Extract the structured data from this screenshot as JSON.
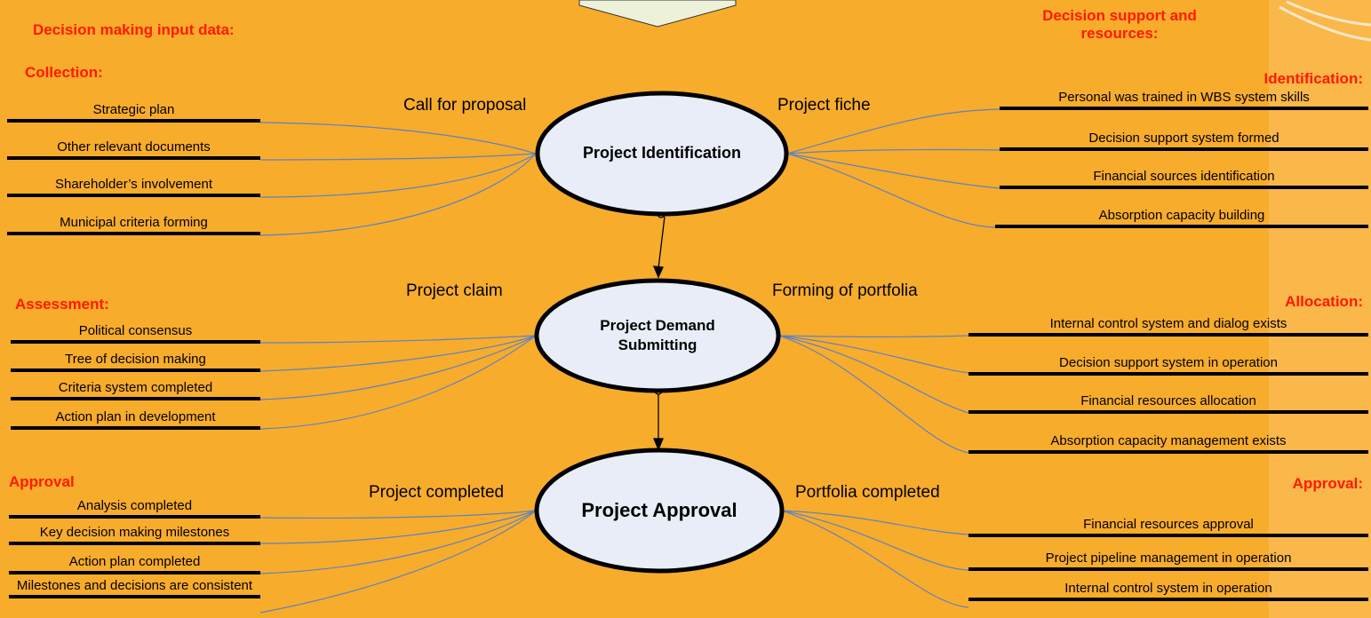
{
  "left_title": "Decision making input data:",
  "right_title": "Decision support and resources:",
  "nodes": {
    "identification": "Project Identification",
    "demand": "Project Demand Submitting",
    "approval": "Project Approval"
  },
  "captions": {
    "call_for_proposal": "Call for proposal",
    "project_fiche": "Project fiche",
    "project_claim": "Project claim",
    "forming_of_portfolia": "Forming of portfolia",
    "project_completed": "Project completed",
    "portfolia_completed": "Portfolia completed"
  },
  "left": {
    "collection": {
      "title": "Collection:",
      "items": [
        "Strategic plan",
        "Other relevant documents",
        "Shareholder’s involvement",
        "Municipal criteria forming"
      ]
    },
    "assessment": {
      "title": "Assessment:",
      "items": [
        "Political consensus",
        "Tree of decision making",
        "Criteria system completed",
        "Action plan in development"
      ]
    },
    "approval": {
      "title": "Approval",
      "items": [
        "Analysis completed",
        "Key decision making milestones",
        "Action plan completed",
        "Milestones and decisions are consistent"
      ]
    }
  },
  "right": {
    "identification": {
      "title": "Identification:",
      "items": [
        "Personal was trained in WBS system skills",
        "Decision support system formed",
        "Financial sources identification",
        "Absorption capacity building"
      ]
    },
    "allocation": {
      "title": "Allocation:",
      "items": [
        "Internal control system and dialog exists",
        "Decision support system in operation",
        "Financial resources allocation",
        "Absorption capacity management exists"
      ]
    },
    "approval": {
      "title": "Approval:",
      "items": [
        "Financial resources approval",
        "Project pipeline management in operation",
        "Internal control system in operation"
      ]
    }
  }
}
